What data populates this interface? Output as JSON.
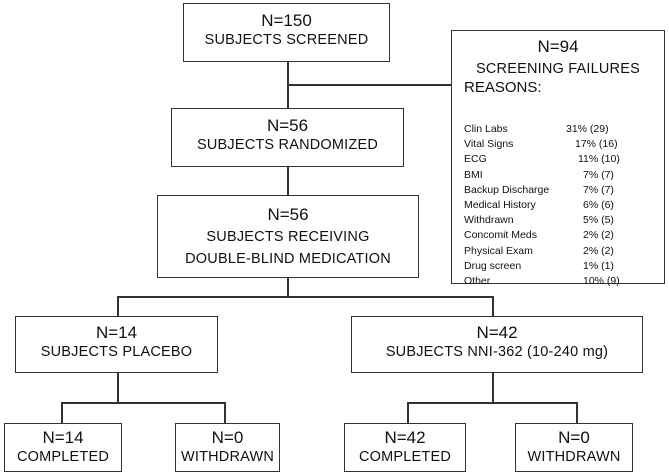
{
  "nodes": {
    "screened": {
      "n": "N=150",
      "label": "SUBJECTS SCREENED"
    },
    "randomized": {
      "n": "N=56",
      "label": "SUBJECTS RANDOMIZED"
    },
    "receiving": {
      "n": "N=56",
      "label_line1": "SUBJECTS RECEIVING",
      "label_line2": "DOUBLE-BLIND MEDICATION"
    },
    "placebo": {
      "n": "N=14",
      "label": "SUBJECTS PLACEBO"
    },
    "nni": {
      "n": "N=42",
      "label": "SUBJECTS NNI-362 (10-240 mg)"
    },
    "placebo_completed": {
      "n": "N=14",
      "label": "COMPLETED"
    },
    "placebo_withdrawn": {
      "n": "N=0",
      "label": "WITHDRAWN"
    },
    "nni_completed": {
      "n": "N=42",
      "label": "COMPLETED"
    },
    "nni_withdrawn": {
      "n": "N=0",
      "label": "WITHDRAWN"
    }
  },
  "screening_failures": {
    "n": "N=94",
    "label": "SCREENING FAILURES",
    "reasons_title": "REASONS:",
    "reasons": [
      {
        "label": "Clin Labs",
        "value": "31% (29)"
      },
      {
        "label": "Vital Signs",
        "value": "17% (16)"
      },
      {
        "label": "ECG",
        "value": "11% (10)"
      },
      {
        "label": "BMI",
        "value": "7% (7)"
      },
      {
        "label": "Backup Discharge",
        "value": "7% (7)"
      },
      {
        "label": "Medical History",
        "value": "6% (6)"
      },
      {
        "label": "Withdrawn",
        "value": "5% (5)"
      },
      {
        "label": "Concomit Meds",
        "value": "2% (2)"
      },
      {
        "label": "Physical Exam",
        "value": "2% (2)"
      },
      {
        "label": "Drug screen",
        "value": "1% (1)"
      },
      {
        "label": "Other",
        "value": "10% (9)"
      }
    ]
  }
}
